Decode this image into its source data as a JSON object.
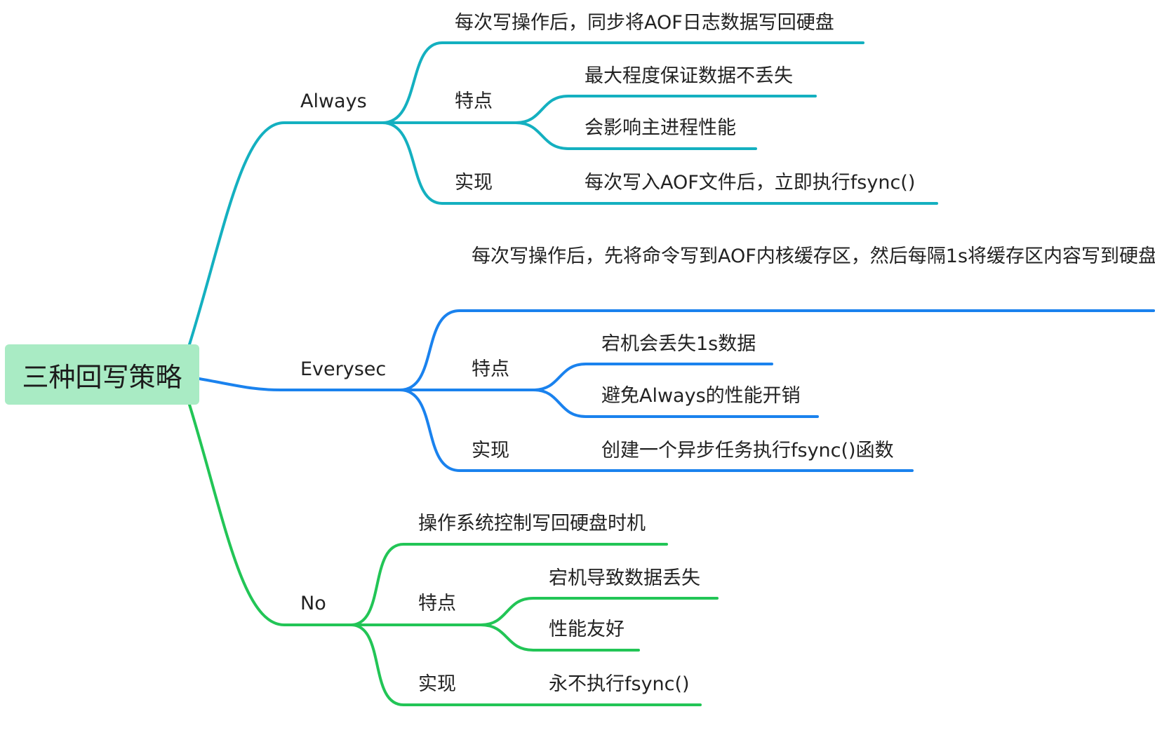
{
  "colors": {
    "always": "#14b0c0",
    "everysec": "#1a82ee",
    "no": "#22c556",
    "root_fill": "#a9ebc4"
  },
  "root": {
    "label": "三种回写策略"
  },
  "branches": {
    "always": {
      "label": "Always",
      "desc": "每次写操作后，同步将AOF日志数据写回硬盘",
      "feature_label": "特点",
      "features": [
        "最大程度保证数据不丢失",
        "会影响主进程性能"
      ],
      "impl_label": "实现",
      "impl": "每次写入AOF文件后，立即执行fsync()"
    },
    "everysec": {
      "label": "Everysec",
      "desc": "每次写操作后，先将命令写到AOF内核缓存区，然后每隔1s将缓存区内容写到硬盘",
      "feature_label": "特点",
      "features": [
        "宕机会丢失1s数据",
        "避免Always的性能开销"
      ],
      "impl_label": "实现",
      "impl": "创建一个异步任务执行fsync()函数"
    },
    "no": {
      "label": "No",
      "desc": "操作系统控制写回硬盘时机",
      "feature_label": "特点",
      "features": [
        "宕机导致数据丢失",
        "性能友好"
      ],
      "impl_label": "实现",
      "impl": "永不执行fsync()"
    }
  }
}
